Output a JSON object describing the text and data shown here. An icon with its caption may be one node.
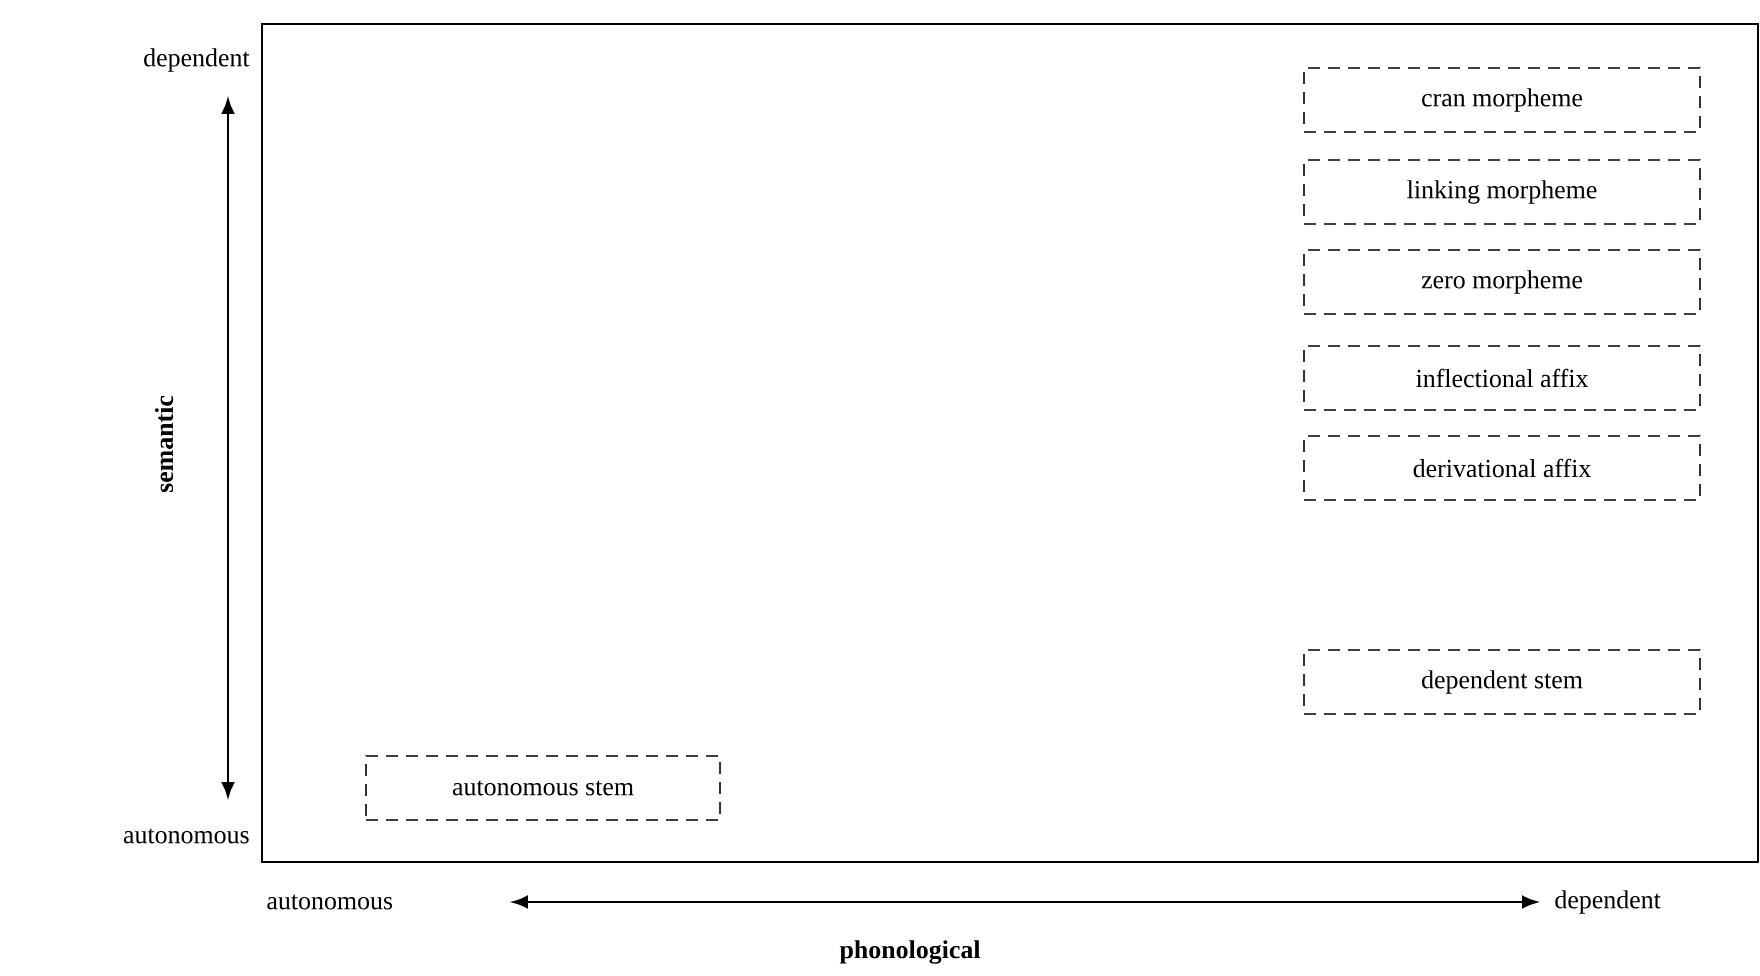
{
  "diagram": {
    "nodes": [
      {
        "text": [
          "cran morpheme"
        ]
      },
      {
        "text": [
          "linking morpheme"
        ]
      },
      {
        "text": [
          "zero morpheme"
        ]
      },
      {
        "text": [
          "inflectional affix"
        ]
      },
      {
        "text": [
          "derivational affix"
        ]
      },
      {
        "text": [
          "dependent stem"
        ]
      },
      {
        "text": [
          "autonomous stem"
        ]
      }
    ],
    "labels": [
      "dependent",
      "semantic",
      "autonomous",
      "autonomous",
      "dependent",
      "phonological"
    ]
  }
}
